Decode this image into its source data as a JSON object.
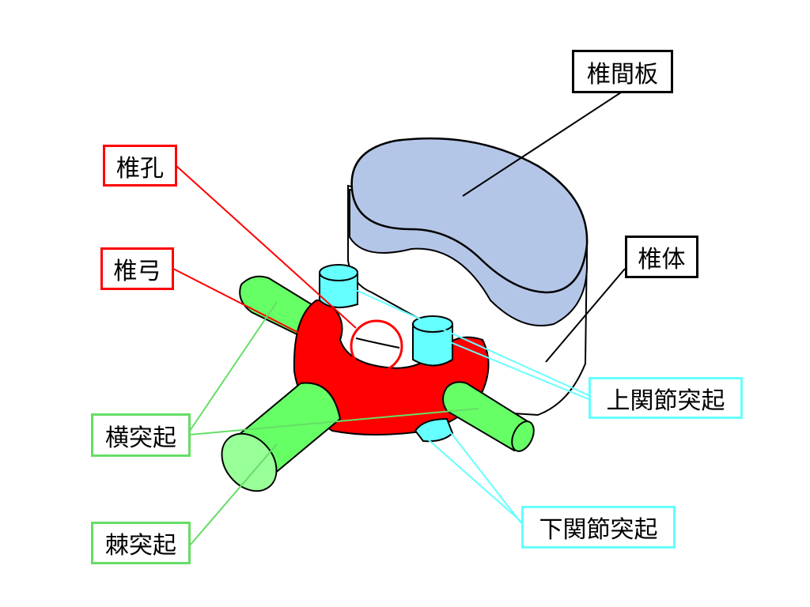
{
  "title": "Vertebra anatomy",
  "labels": {
    "disc": "椎間板",
    "foramen": "椎孔",
    "arch": "椎弓",
    "body": "椎体",
    "superior_articular": "上関節突起",
    "transverse": "横突起",
    "spinous": "棘突起",
    "inferior_articular": "下関節突起"
  },
  "colors": {
    "disc": "#b4c6e7",
    "arch": "#ff0000",
    "process_green": "#66ff66",
    "process_cyan": "#66ffff",
    "border_red": "#ff0000",
    "border_cyan": "#66ffff",
    "border_green": "#66dd66"
  }
}
